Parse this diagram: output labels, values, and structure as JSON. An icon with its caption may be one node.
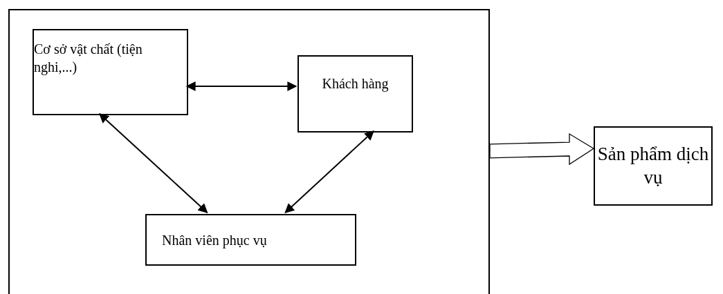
{
  "diagram": {
    "nodes": [
      {
        "text": [],
        "shape": "box"
      },
      {
        "text": [
          "Cơ sở vật chất (tiện nghi,...)"
        ],
        "in": 0
      },
      {
        "text": [
          "Khách hàng"
        ],
        "in": 0
      },
      {
        "text": [
          "Nhân viên phục vụ"
        ],
        "in": 0
      },
      {
        "text": [
          "Sản phẩm dịch vụ"
        ]
      }
    ],
    "edges": [
      {
        "from": 1,
        "to": 2,
        "arrow": "both"
      },
      {
        "from": 1,
        "to": 3,
        "arrow": "both"
      },
      {
        "from": 2,
        "to": 3,
        "arrow": "both"
      },
      {
        "from": 0,
        "to": 4,
        "arrow": "to",
        "style": "thick"
      }
    ]
  }
}
